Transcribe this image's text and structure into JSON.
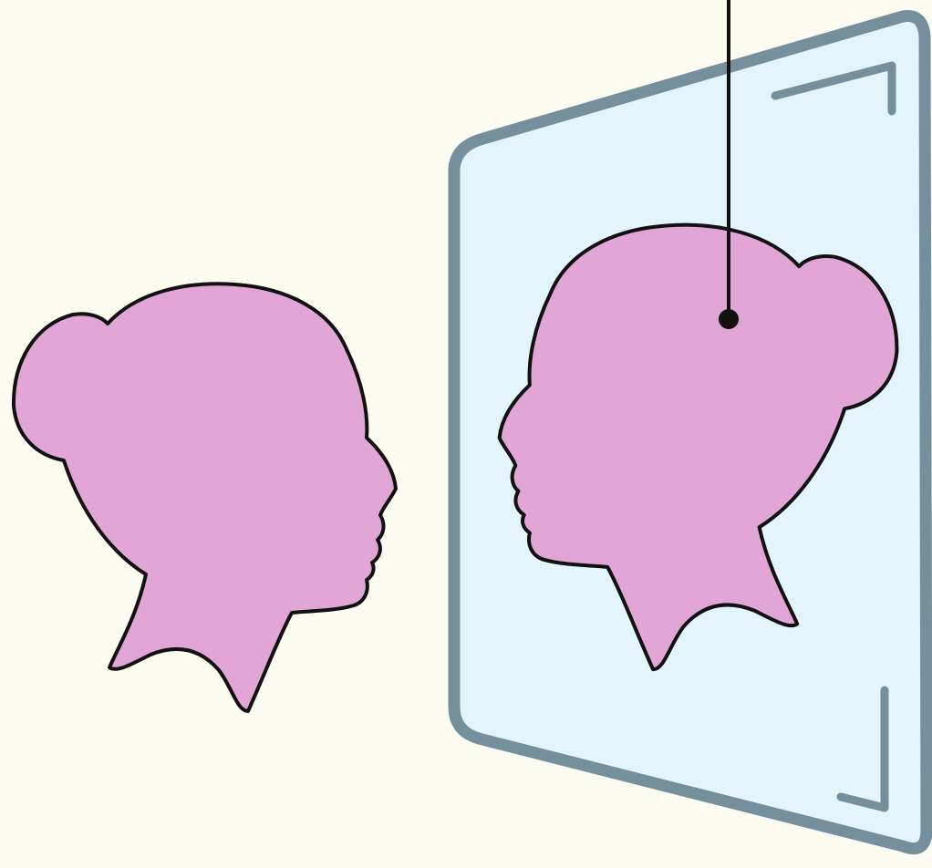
{
  "colors": {
    "background": "#fdfcf0",
    "silhouette_fill": "#e1a6d6",
    "silhouette_outline": "#111111",
    "mirror_glass": "#e3f4fa",
    "mirror_frame": "#768f9d",
    "pointer": "#111111"
  },
  "elements": {
    "person": "head-silhouette-facing-right",
    "mirror": "rectangular-mirror-in-perspective",
    "reflection": "mirrored-head-silhouette-facing-left",
    "pointer": "callout-line-with-dot"
  }
}
